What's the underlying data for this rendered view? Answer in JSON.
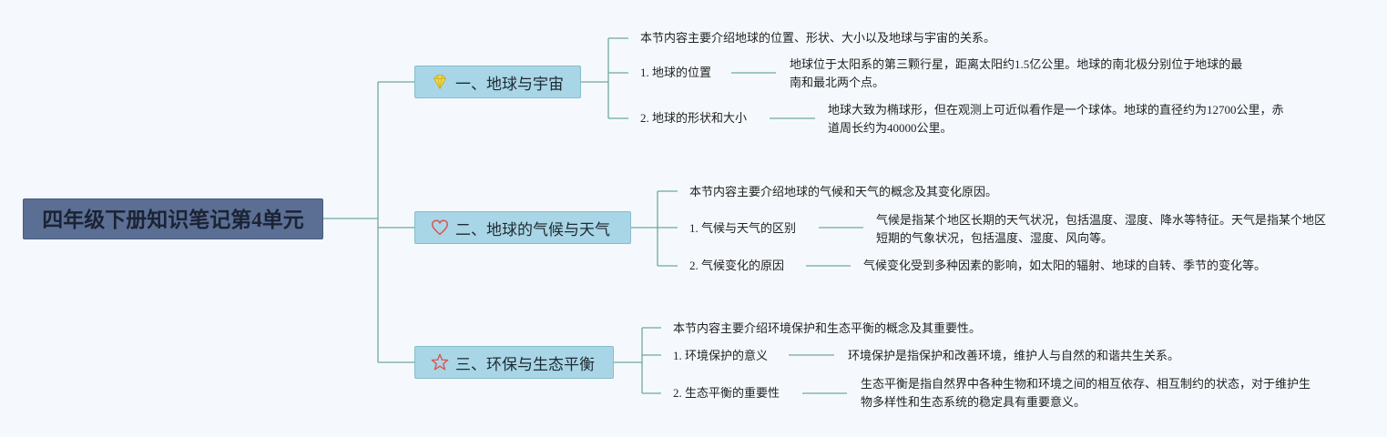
{
  "root": {
    "title": "四年级下册知识笔记第4单元"
  },
  "branches": [
    {
      "title": "一、地球与宇宙",
      "icon": "diamond-icon",
      "intro": "本节内容主要介绍地球的位置、形状、大小以及地球与宇宙的关系。",
      "items": [
        {
          "label": "1. 地球的位置",
          "desc": "地球位于太阳系的第三颗行星，距离太阳约1.5亿公里。地球的南北极分别位于地球的最南和最北两个点。"
        },
        {
          "label": "2. 地球的形状和大小",
          "desc": "地球大致为椭球形，但在观测上可近似看作是一个球体。地球的直径约为12700公里，赤道周长约为40000公里。"
        }
      ]
    },
    {
      "title": "二、地球的气候与天气",
      "icon": "heart-icon",
      "intro": "本节内容主要介绍地球的气候和天气的概念及其变化原因。",
      "items": [
        {
          "label": "1. 气候与天气的区别",
          "desc": "气候是指某个地区长期的天气状况，包括温度、湿度、降水等特征。天气是指某个地区短期的气象状况，包括温度、湿度、风向等。"
        },
        {
          "label": "2. 气候变化的原因",
          "desc": "气候变化受到多种因素的影响，如太阳的辐射、地球的自转、季节的变化等。"
        }
      ]
    },
    {
      "title": "三、环保与生态平衡",
      "icon": "star-icon",
      "intro": "本节内容主要介绍环境保护和生态平衡的概念及其重要性。",
      "items": [
        {
          "label": "1. 环境保护的意义",
          "desc": "环境保护是指保护和改善环境，维护人与自然的和谐共生关系。"
        },
        {
          "label": "2. 生态平衡的重要性",
          "desc": "生态平衡是指自然界中各种生物和环境之间的相互依存、相互制约的状态，对于维护生物多样性和生态系统的稳定具有重要意义。"
        }
      ]
    }
  ],
  "colors": {
    "root_fill": "#5b6f95",
    "branch_fill": "#a9d6e6",
    "connector": "#6fa8a3",
    "background": "#f5f9fd",
    "diamond": "#f2d84a",
    "heart": "#d9534f",
    "star": "#d9534f"
  }
}
